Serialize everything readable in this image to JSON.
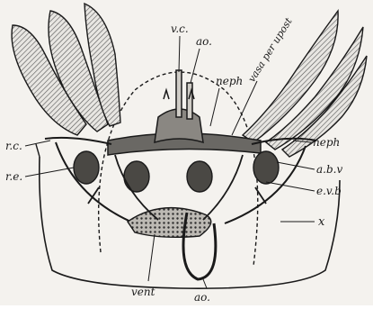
{
  "figure": {
    "labels": {
      "vc": "v.c.",
      "ao_top": "ao.",
      "neph_top": "neph",
      "vasa_per_upost": "vasa per upost",
      "neph_right": "neph",
      "rc": "r.c.",
      "re": "r.e.",
      "abv": "a.b.v",
      "evb": "e.v.b",
      "x": "x",
      "vent": "vent",
      "ao_bottom": "ao."
    },
    "colors": {
      "ink": "#1a1a1a",
      "paper": "#f4f2ee",
      "shade": "#3a3a3a"
    }
  }
}
